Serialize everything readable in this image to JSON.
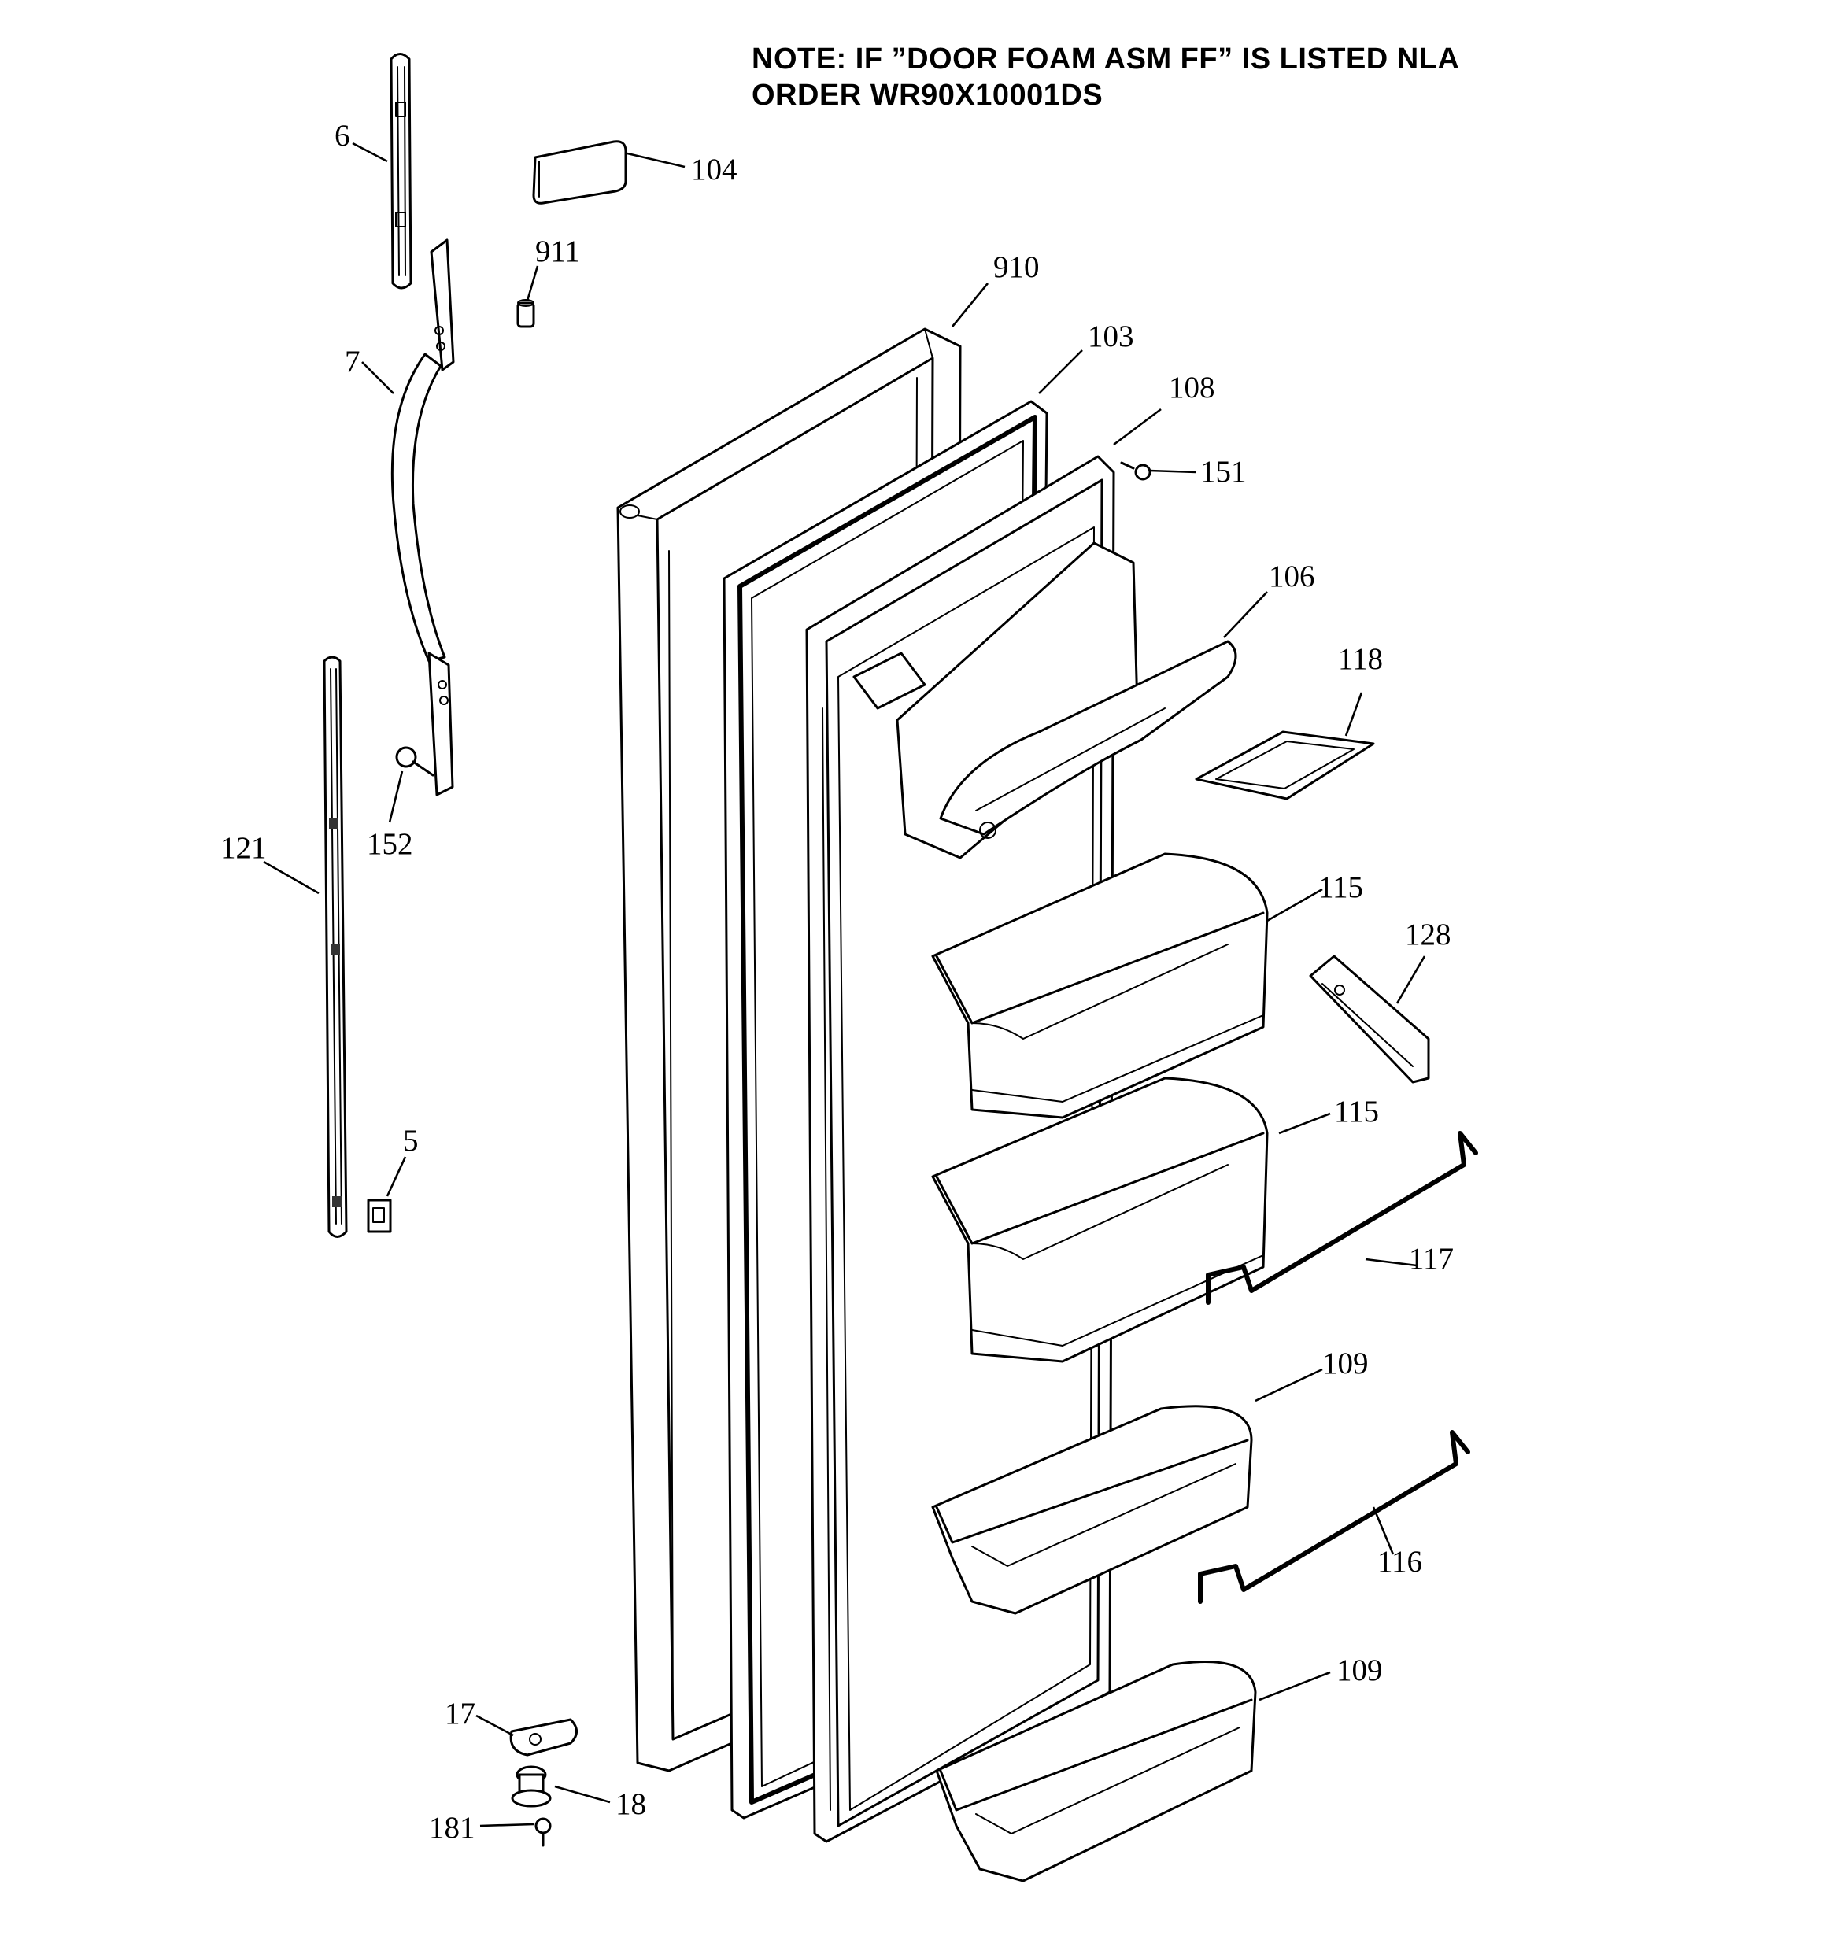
{
  "note": {
    "line1": "NOTE: IF ”DOOR FOAM ASM FF” IS LISTED NLA",
    "line2": "ORDER WR90X10001DS"
  },
  "callouts": [
    "6",
    "104",
    "911",
    "910",
    "7",
    "103",
    "108",
    "151",
    "106",
    "118",
    "152",
    "121",
    "115",
    "128",
    "115",
    "5",
    "117",
    "109",
    "116",
    "109",
    "17",
    "18",
    "181"
  ]
}
